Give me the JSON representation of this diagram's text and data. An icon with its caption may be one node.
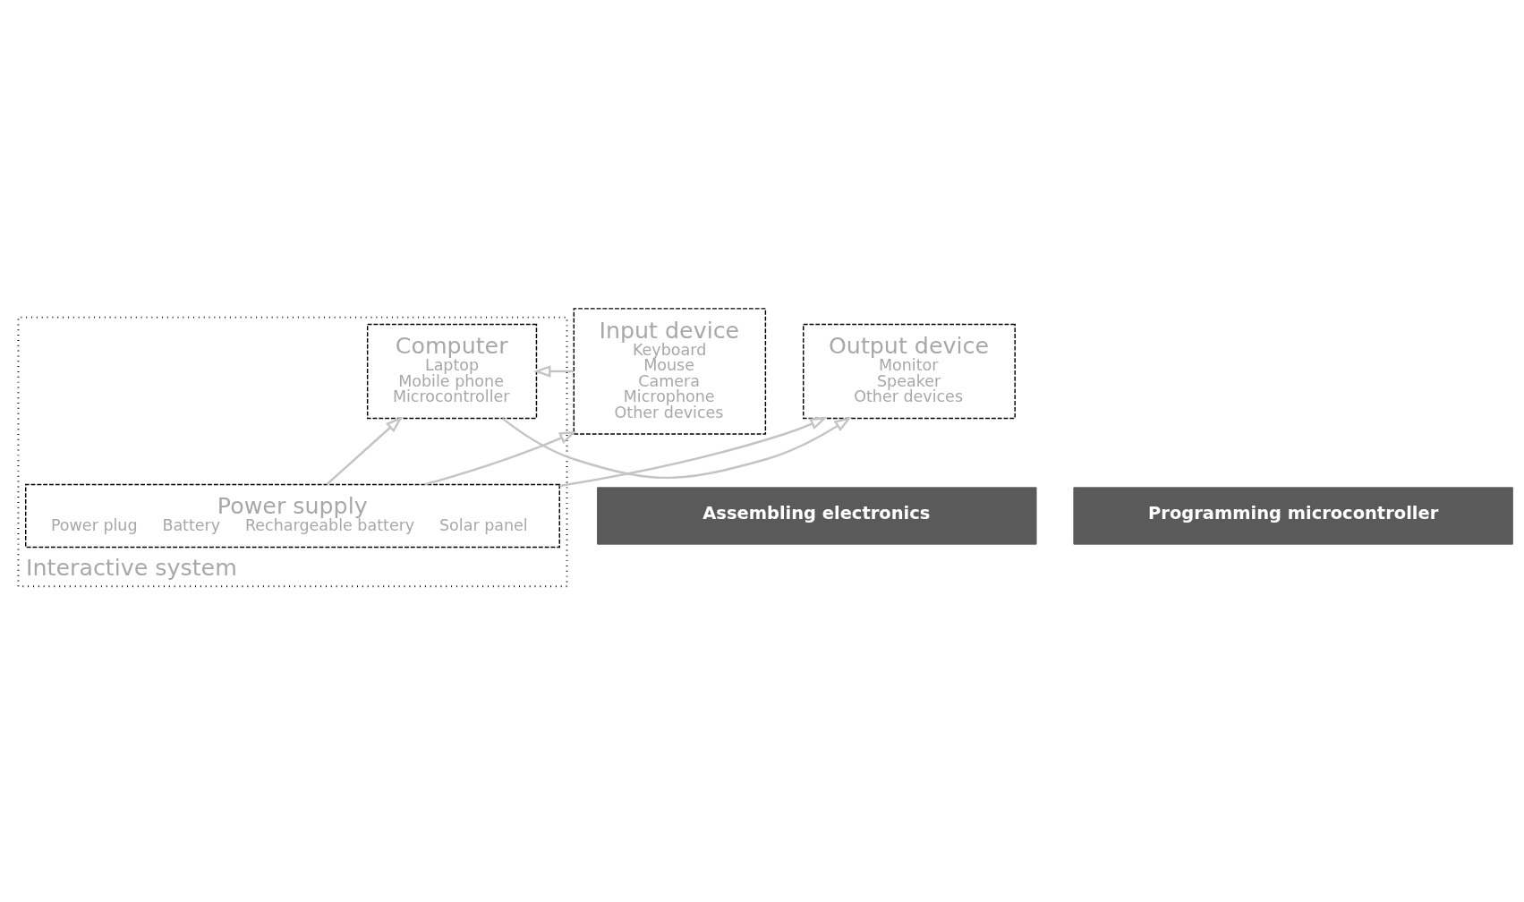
{
  "diagram": {
    "nodes": [
      {
        "text": [
          "Interactive system"
        ]
      },
      {
        "text": [
          "Input device",
          "Keyboard",
          "Mouse",
          "Camera",
          "Microphone",
          "Other devices"
        ]
      },
      {
        "text": [
          "Computer",
          "Laptop",
          "Mobile phone",
          "Microcontroller"
        ],
        "in": 0
      },
      {
        "text": [
          "Output device",
          "Monitor",
          "Speaker",
          "Other devices"
        ]
      },
      {
        "text": [
          "Power supply",
          "Power plug",
          "Battery",
          "Rechargeable battery",
          "Solar panel"
        ],
        "in": 0
      },
      {
        "text": [
          "Assembling electronics"
        ]
      },
      {
        "text": [
          "Programming microcontroller"
        ]
      }
    ],
    "edges": [
      {
        "from": 1,
        "to": 2,
        "arrow": "to"
      },
      {
        "from": 2,
        "to": 3,
        "arrow": "to"
      },
      {
        "from": 4,
        "to": 1,
        "arrow": "to"
      },
      {
        "from": 4,
        "to": 2,
        "arrow": "to"
      },
      {
        "from": 4,
        "to": 3,
        "arrow": "to"
      }
    ]
  }
}
